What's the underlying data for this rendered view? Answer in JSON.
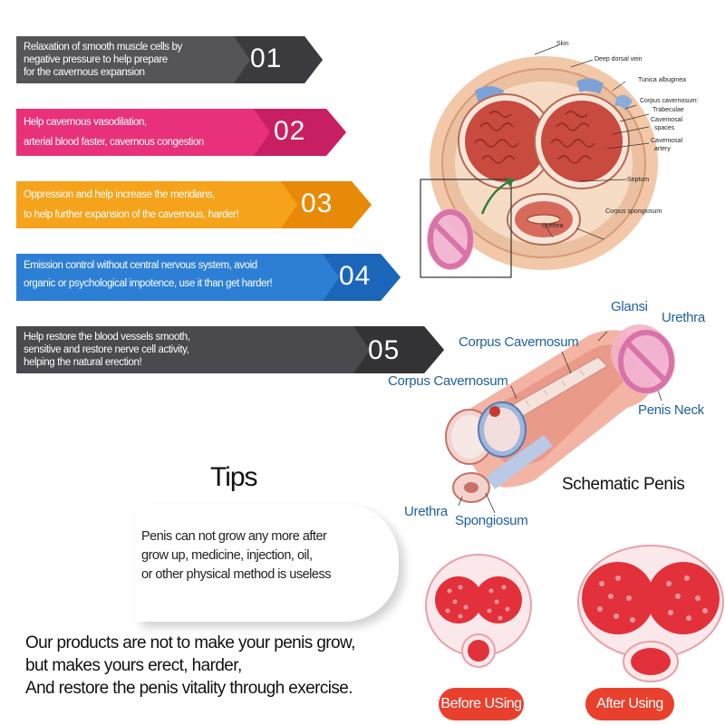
{
  "banners": [
    {
      "num": "01",
      "lines": [
        "Relaxation of smooth muscle cells by",
        "negative pressure to help prepare",
        "for the cavernous expansion"
      ],
      "color": "#555458"
    },
    {
      "num": "02",
      "lines": [
        "Help cavernous vasodilation,",
        "arterial blood faster, cavernous congestion"
      ],
      "color": "#e8317a"
    },
    {
      "num": "03",
      "lines": [
        "Oppression and help increase the meridians,",
        "to help further expansion of the cavernous, harder!"
      ],
      "color": "#f5a31b"
    },
    {
      "num": "04",
      "lines": [
        "Emission control without central nervous system, avoid",
        "organic or psychological impotence, use it than get harder!"
      ],
      "color": "#2d7fd6"
    },
    {
      "num": "05",
      "lines": [
        "Help restore the blood vessels smooth,",
        "sensitive and restore nerve cell activity,",
        "helping the natural erection!"
      ],
      "color": "#4a4a4e"
    }
  ],
  "cross_section_labels": {
    "skin": "Skin",
    "deep_dorsal_vein": "Deep dorsal vein",
    "tunica_albuginea": "Tunica albuginea",
    "corpus_cavernosum": "Corpus cavernosum:",
    "trabeculae": "Trabeculae",
    "cavernosal_spaces_1": "Cavemosal",
    "cavernosal_spaces_2": "spaces",
    "cavernosal_artery_1": "Cavemosal",
    "cavernosal_artery_2": "artery",
    "septum": "Septum",
    "corpus_spongiosum": "Corpus spongiosum",
    "urethra": "Urethra"
  },
  "schematic_labels": {
    "glansi": "Glansi",
    "urethra_top": "Urethra",
    "corpus_cavernosum_1": "Corpus Cavernosum",
    "corpus_cavernosum_2": "Corpus Cavernosum",
    "penis_neck": "Penis Neck",
    "urethra_bottom": "Urethra",
    "spongiosum": "Spongiosum",
    "title": "Schematic Penis"
  },
  "tips": {
    "title": "Tips",
    "lines": [
      "Penis can not grow any more after",
      "grow up,  medicine, injection, oil,",
      "or other physical method is useless"
    ]
  },
  "bottom": {
    "lines": [
      "Our products are not to make your penis grow,",
      "but makes yours erect, harder,",
      "And restore the penis vitality through exercise."
    ]
  },
  "comparison": {
    "before_label": "Before USing",
    "after_label": "After Using",
    "accent": "#e8402d"
  }
}
